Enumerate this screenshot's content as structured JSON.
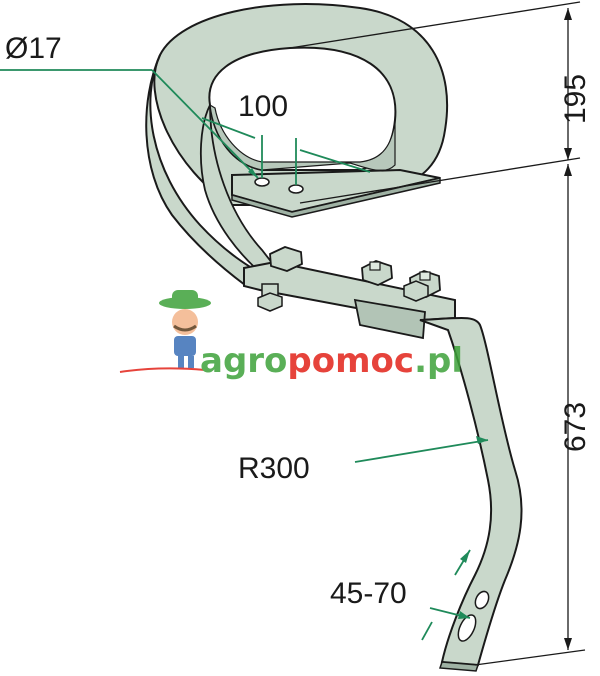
{
  "diagram": {
    "labels": {
      "hole_diameter": "Ø17",
      "hole_spacing": "100",
      "upper_height": "195",
      "total_height": "673",
      "radius": "R300",
      "adjust_range": "45-70"
    },
    "watermark": {
      "brand_part1": "agro",
      "brand_part2": "pomoc",
      "brand_part3": ".pl",
      "mascot": "farmer-mascot-icon"
    },
    "colors": {
      "steel": "#c9d8cb",
      "steel_dark": "#a9bcae",
      "outline": "#1a1a1a",
      "leader": "#1f8a5a",
      "brand_green": "#3ea23a",
      "brand_red": "#e2231a"
    }
  }
}
